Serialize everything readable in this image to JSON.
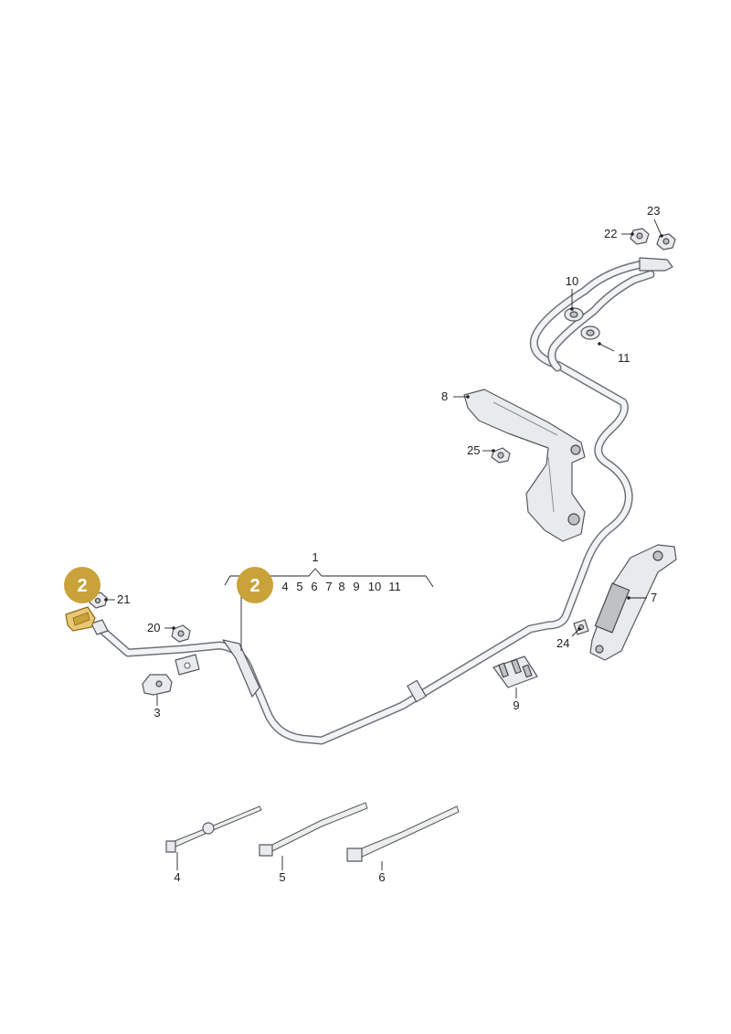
{
  "highlight": {
    "badge_color": "#c9a23a",
    "part_fill": "#e8c872"
  },
  "badges": [
    {
      "number": "2"
    },
    {
      "number": "2"
    }
  ],
  "group_bracket": {
    "number": "1",
    "members": [
      "4",
      "5",
      "6",
      "7",
      "8",
      "9",
      "10",
      "11"
    ]
  },
  "callouts": {
    "p3": "3",
    "p4": "4",
    "p5": "5",
    "p6": "6",
    "p7": "7",
    "p8": "8",
    "p9": "9",
    "p10": "10",
    "p11": "11",
    "p20": "20",
    "p21": "21",
    "p22": "22",
    "p23": "23",
    "p24": "24",
    "p25": "25"
  }
}
